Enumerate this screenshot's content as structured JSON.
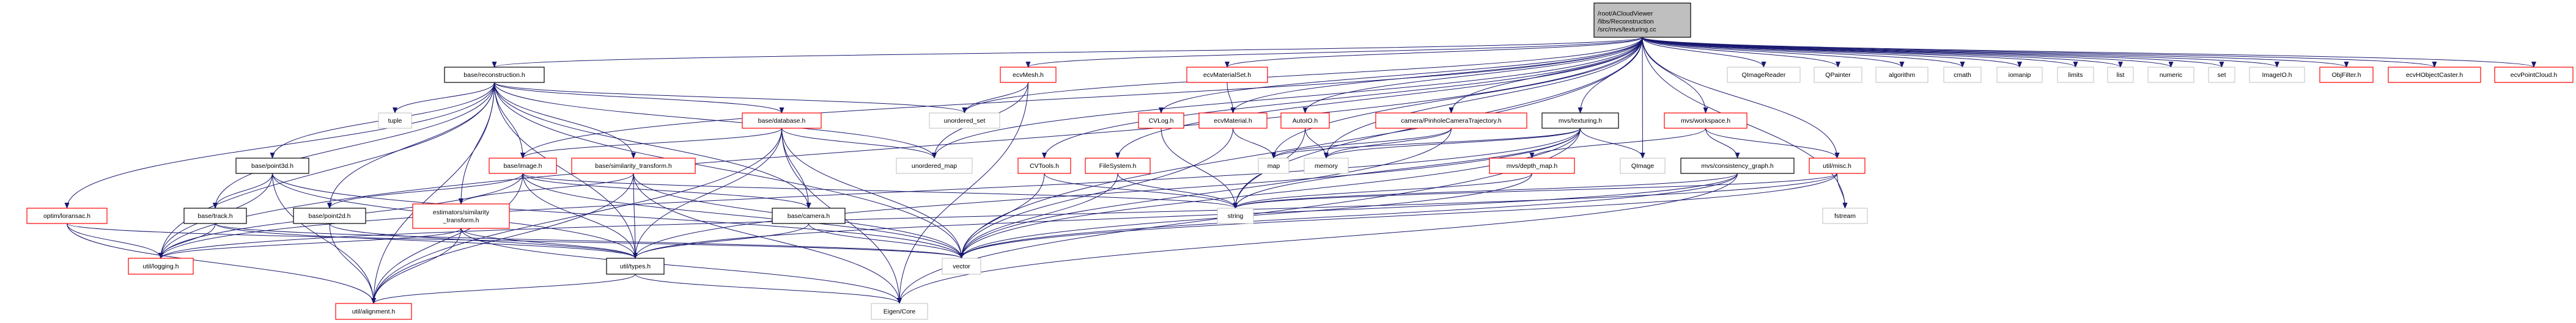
{
  "graph": {
    "edge_color": "#191970",
    "style_colors": {
      "root": "#000000",
      "documented": "#000000",
      "truncated": "#ff0000",
      "external": "#bfbfbf"
    },
    "root_fill": "#bfbfbf",
    "nodes": [
      {
        "id": "main",
        "lines": [
          "/root/ACloudViewer",
          "/libs/Reconstruction",
          "/src/mvs/texturing.cc"
        ],
        "style": "root"
      },
      {
        "id": "recon",
        "lines": [
          "base/reconstruction.h"
        ],
        "style": "documented"
      },
      {
        "id": "tuple",
        "lines": [
          "tuple"
        ],
        "style": "external"
      },
      {
        "id": "point3d",
        "lines": [
          "base/point3d.h"
        ],
        "style": "documented"
      },
      {
        "id": "image",
        "lines": [
          "base/image.h"
        ],
        "style": "truncated"
      },
      {
        "id": "simtf",
        "lines": [
          "base/similarity_transform.h"
        ],
        "style": "truncated"
      },
      {
        "id": "loransac",
        "lines": [
          "optim/loransac.h"
        ],
        "style": "truncated"
      },
      {
        "id": "track",
        "lines": [
          "base/track.h"
        ],
        "style": "documented"
      },
      {
        "id": "point2d",
        "lines": [
          "base/point2d.h"
        ],
        "style": "documented"
      },
      {
        "id": "estsim",
        "lines": [
          "estimators/similarity",
          "_transform.h"
        ],
        "style": "truncated"
      },
      {
        "id": "logging",
        "lines": [
          "util/logging.h"
        ],
        "style": "truncated"
      },
      {
        "id": "types",
        "lines": [
          "util/types.h"
        ],
        "style": "documented"
      },
      {
        "id": "alignment",
        "lines": [
          "util/alignment.h"
        ],
        "style": "truncated"
      },
      {
        "id": "ecvmesh",
        "lines": [
          "ecvMesh.h"
        ],
        "style": "truncated"
      },
      {
        "id": "ecvmatset",
        "lines": [
          "ecvMaterialSet.h"
        ],
        "style": "truncated"
      },
      {
        "id": "database",
        "lines": [
          "base/database.h"
        ],
        "style": "truncated"
      },
      {
        "id": "uset",
        "lines": [
          "unordered_set"
        ],
        "style": "external"
      },
      {
        "id": "cvlog",
        "lines": [
          "CVLog.h"
        ],
        "style": "truncated"
      },
      {
        "id": "ecvmat",
        "lines": [
          "ecvMaterial.h"
        ],
        "style": "truncated"
      },
      {
        "id": "autoio",
        "lines": [
          "AutoIO.h"
        ],
        "style": "truncated"
      },
      {
        "id": "umap",
        "lines": [
          "unordered_map"
        ],
        "style": "external"
      },
      {
        "id": "cvtools",
        "lines": [
          "CVTools.h"
        ],
        "style": "truncated"
      },
      {
        "id": "filesystem",
        "lines": [
          "FileSystem.h"
        ],
        "style": "truncated"
      },
      {
        "id": "map",
        "lines": [
          "map"
        ],
        "style": "external"
      },
      {
        "id": "memory",
        "lines": [
          "memory"
        ],
        "style": "external"
      },
      {
        "id": "camera",
        "lines": [
          "base/camera.h"
        ],
        "style": "documented"
      },
      {
        "id": "string",
        "lines": [
          "string"
        ],
        "style": "external"
      },
      {
        "id": "vector",
        "lines": [
          "vector"
        ],
        "style": "external"
      },
      {
        "id": "eigen",
        "lines": [
          "Eigen/Core"
        ],
        "style": "external"
      },
      {
        "id": "pinhole",
        "lines": [
          "camera/PinholeCameraTrajectory.h"
        ],
        "style": "truncated"
      },
      {
        "id": "texturing",
        "lines": [
          "mvs/texturing.h"
        ],
        "style": "documented"
      },
      {
        "id": "workspace",
        "lines": [
          "mvs/workspace.h"
        ],
        "style": "truncated"
      },
      {
        "id": "depthmap",
        "lines": [
          "mvs/depth_map.h"
        ],
        "style": "truncated"
      },
      {
        "id": "qimage",
        "lines": [
          "QImage"
        ],
        "style": "external"
      },
      {
        "id": "consgraph",
        "lines": [
          "mvs/consistency_graph.h"
        ],
        "style": "documented"
      },
      {
        "id": "misc",
        "lines": [
          "util/misc.h"
        ],
        "style": "truncated"
      },
      {
        "id": "fstream",
        "lines": [
          "fstream"
        ],
        "style": "external"
      },
      {
        "id": "qimagereader",
        "lines": [
          "QImageReader"
        ],
        "style": "external"
      },
      {
        "id": "qpainter",
        "lines": [
          "QPainter"
        ],
        "style": "external"
      },
      {
        "id": "algorithm",
        "lines": [
          "algorithm"
        ],
        "style": "external"
      },
      {
        "id": "cmath",
        "lines": [
          "cmath"
        ],
        "style": "external"
      },
      {
        "id": "iomanip",
        "lines": [
          "iomanip"
        ],
        "style": "external"
      },
      {
        "id": "limits",
        "lines": [
          "limits"
        ],
        "style": "external"
      },
      {
        "id": "list",
        "lines": [
          "list"
        ],
        "style": "external"
      },
      {
        "id": "numeric",
        "lines": [
          "numeric"
        ],
        "style": "external"
      },
      {
        "id": "set",
        "lines": [
          "set"
        ],
        "style": "external"
      },
      {
        "id": "imageio",
        "lines": [
          "ImageIO.h"
        ],
        "style": "external"
      },
      {
        "id": "objfilter",
        "lines": [
          "ObjFilter.h"
        ],
        "style": "truncated"
      },
      {
        "id": "hobjcaster",
        "lines": [
          "ecvHObjectCaster.h"
        ],
        "style": "truncated"
      },
      {
        "id": "pointcloud",
        "lines": [
          "ecvPointCloud.h"
        ],
        "style": "truncated"
      }
    ],
    "edges": [
      [
        "main",
        "recon"
      ],
      [
        "main",
        "ecvmesh"
      ],
      [
        "main",
        "ecvmatset"
      ],
      [
        "main",
        "uset"
      ],
      [
        "main",
        "umap"
      ],
      [
        "main",
        "cvtools"
      ],
      [
        "main",
        "filesystem"
      ],
      [
        "main",
        "cvlog"
      ],
      [
        "main",
        "ecvmat"
      ],
      [
        "main",
        "autoio"
      ],
      [
        "main",
        "map"
      ],
      [
        "main",
        "pinhole"
      ],
      [
        "main",
        "texturing"
      ],
      [
        "main",
        "qimage"
      ],
      [
        "main",
        "workspace"
      ],
      [
        "main",
        "misc"
      ],
      [
        "main",
        "fstream"
      ],
      [
        "main",
        "qimagereader"
      ],
      [
        "main",
        "qpainter"
      ],
      [
        "main",
        "algorithm"
      ],
      [
        "main",
        "cmath"
      ],
      [
        "main",
        "iomanip"
      ],
      [
        "main",
        "limits"
      ],
      [
        "main",
        "list"
      ],
      [
        "main",
        "numeric"
      ],
      [
        "main",
        "set"
      ],
      [
        "main",
        "imageio"
      ],
      [
        "main",
        "objfilter"
      ],
      [
        "main",
        "hobjcaster"
      ],
      [
        "main",
        "pointcloud"
      ],
      [
        "main",
        "logging"
      ],
      [
        "main",
        "image"
      ],
      [
        "main",
        "vector"
      ],
      [
        "main",
        "string"
      ],
      [
        "main",
        "memory"
      ],
      [
        "recon",
        "tuple"
      ],
      [
        "recon",
        "point3d"
      ],
      [
        "recon",
        "track"
      ],
      [
        "recon",
        "point2d"
      ],
      [
        "recon",
        "image"
      ],
      [
        "recon",
        "simtf"
      ],
      [
        "recon",
        "estsim"
      ],
      [
        "recon",
        "loransac"
      ],
      [
        "recon",
        "types"
      ],
      [
        "recon",
        "logging"
      ],
      [
        "recon",
        "alignment"
      ],
      [
        "recon",
        "camera"
      ],
      [
        "recon",
        "database"
      ],
      [
        "recon",
        "uset"
      ],
      [
        "recon",
        "umap"
      ],
      [
        "recon",
        "vector"
      ],
      [
        "point3d",
        "track"
      ],
      [
        "point3d",
        "logging"
      ],
      [
        "point3d",
        "types"
      ],
      [
        "point3d",
        "alignment"
      ],
      [
        "point3d",
        "vector"
      ],
      [
        "image",
        "point2d"
      ],
      [
        "image",
        "logging"
      ],
      [
        "image",
        "alignment"
      ],
      [
        "image",
        "types"
      ],
      [
        "image",
        "camera"
      ],
      [
        "image",
        "vector"
      ],
      [
        "image",
        "string"
      ],
      [
        "simtf",
        "estsim"
      ],
      [
        "simtf",
        "types"
      ],
      [
        "simtf",
        "alignment"
      ],
      [
        "simtf",
        "vector"
      ],
      [
        "simtf",
        "eigen"
      ],
      [
        "loransac",
        "logging"
      ],
      [
        "loransac",
        "alignment"
      ],
      [
        "loransac",
        "vector"
      ],
      [
        "track",
        "logging"
      ],
      [
        "track",
        "types"
      ],
      [
        "track",
        "vector"
      ],
      [
        "point2d",
        "alignment"
      ],
      [
        "point2d",
        "types"
      ],
      [
        "estsim",
        "logging"
      ],
      [
        "estsim",
        "alignment"
      ],
      [
        "estsim",
        "types"
      ],
      [
        "estsim",
        "eigen"
      ],
      [
        "types",
        "alignment"
      ],
      [
        "types",
        "eigen"
      ],
      [
        "database",
        "image"
      ],
      [
        "database",
        "camera"
      ],
      [
        "database",
        "types"
      ],
      [
        "database",
        "vector"
      ],
      [
        "database",
        "eigen"
      ],
      [
        "database",
        "umap"
      ],
      [
        "database",
        "alignment"
      ],
      [
        "camera",
        "types"
      ],
      [
        "camera",
        "vector"
      ],
      [
        "ecvmesh",
        "uset"
      ],
      [
        "ecvmesh",
        "umap"
      ],
      [
        "ecvmesh",
        "eigen"
      ],
      [
        "ecvmatset",
        "ecvmat"
      ],
      [
        "ecvmat",
        "map"
      ],
      [
        "ecvmat",
        "vector"
      ],
      [
        "cvlog",
        "string"
      ],
      [
        "autoio",
        "string"
      ],
      [
        "autoio",
        "memory"
      ],
      [
        "cvtools",
        "vector"
      ],
      [
        "cvtools",
        "string"
      ],
      [
        "filesystem",
        "string"
      ],
      [
        "filesystem",
        "vector"
      ],
      [
        "pinhole",
        "memory"
      ],
      [
        "pinhole",
        "vector"
      ],
      [
        "pinhole",
        "map"
      ],
      [
        "texturing",
        "map"
      ],
      [
        "texturing",
        "memory"
      ],
      [
        "texturing",
        "string"
      ],
      [
        "texturing",
        "vector"
      ],
      [
        "texturing",
        "types"
      ],
      [
        "texturing",
        "qimage"
      ],
      [
        "texturing",
        "eigen"
      ],
      [
        "texturing",
        "logging"
      ],
      [
        "workspace",
        "depthmap"
      ],
      [
        "workspace",
        "consgraph"
      ],
      [
        "workspace",
        "misc"
      ],
      [
        "depthmap",
        "string"
      ],
      [
        "depthmap",
        "vector"
      ],
      [
        "consgraph",
        "vector"
      ],
      [
        "consgraph",
        "string"
      ],
      [
        "consgraph",
        "eigen"
      ],
      [
        "consgraph",
        "types"
      ],
      [
        "misc",
        "fstream"
      ],
      [
        "misc",
        "string"
      ],
      [
        "misc",
        "vector"
      ],
      [
        "misc",
        "logging"
      ]
    ]
  }
}
